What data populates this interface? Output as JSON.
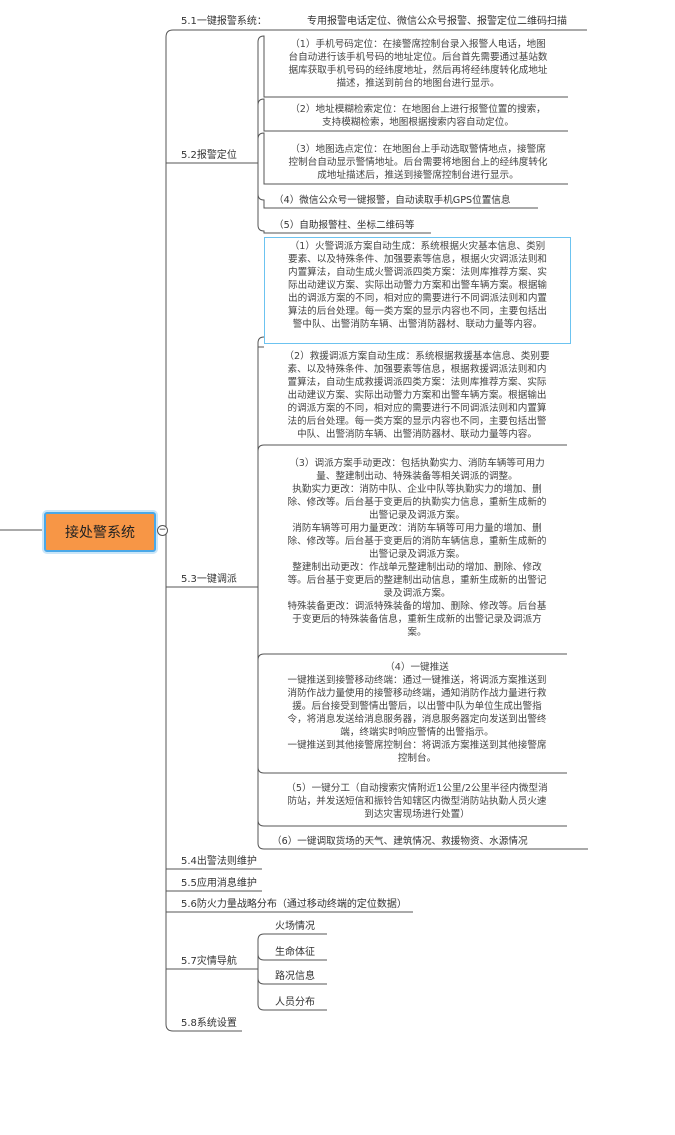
{
  "root": {
    "label": "接处警系统"
  },
  "branches": {
    "b51": {
      "label": "5.1一键报警系统：",
      "note": "专用报警电话定位、微信公众号报警、报警定位二维码扫描"
    },
    "b52": {
      "label": "5.2报警定位",
      "children": [
        {
          "lines": [
            "（1）手机号码定位：在接警席控制台录入报警人电话，地图",
            "台自动进行该手机号码的地址定位。后台首先需要通过基站数",
            "据库获取手机号码的经纬度地址，然后再将经纬度转化成地址",
            "描述，推送到前台的地图台进行显示。"
          ]
        },
        {
          "lines": [
            "（2）地址模糊检索定位：在地图台上进行报警位置的搜索，",
            "支持模糊检索，地图根据搜索内容自动定位。"
          ]
        },
        {
          "lines": [
            "（3）地图选点定位：在地图台上手动选取警情地点，接警席",
            "控制台自动显示警情地址。后台需要将地图台上的经纬度转化",
            "成地址描述后，推送到接警席控制台进行显示。"
          ]
        },
        {
          "lines": [
            "（4）微信公众号一键报警，自动读取手机GPS位置信息"
          ]
        },
        {
          "lines": [
            "（5）自助报警柱、坐标二维码等"
          ]
        }
      ]
    },
    "b53": {
      "label": "5.3一键调派",
      "children": [
        {
          "lines": [
            "（1）火警调派方案自动生成：系统根据火灾基本信息、类别",
            "要素、以及特殊条件、加强要素等信息，根据火灾调派法则和",
            "内置算法，自动生成火警调派四类方案：法则库推荐方案、实",
            "际出动建议方案、实际出动警力方案和出警车辆方案。根据输",
            "出的调派方案的不同，相对应的需要进行不同调派法则和内置",
            "算法的后台处理。每一类方案的显示内容也不同，主要包括出",
            "警中队、出警消防车辆、出警消防器材、联动力量等内容。"
          ]
        },
        {
          "lines": [
            "（2）救援调派方案自动生成：系统根据救援基本信息、类别要",
            "素、以及特殊条件、加强要素等信息，根据救援调派法则和内",
            "置算法，自动生成救援调派四类方案：法则库推荐方案、实际",
            "出动建议方案、实际出动警力方案和出警车辆方案。根据输出",
            "的调派方案的不同，相对应的需要进行不同调派法则和内置算",
            "法的后台处理。每一类方案的显示内容也不同，主要包括出警",
            "中队、出警消防车辆、出警消防器材、联动力量等内容。"
          ]
        },
        {
          "lines": [
            "（3）调派方案手动更改：包括执勤实力、消防车辆等可用力",
            "量、整建制出动、特殊装备等相关调派的调整。",
            "执勤实力更改：消防中队、企业中队等执勤实力的增加、删",
            "除、修改等。后台基于变更后的执勤实力信息，重新生成新的",
            "出警记录及调派方案。",
            "消防车辆等可用力量更改：消防车辆等可用力量的增加、删",
            "除、修改等。后台基于变更后的消防车辆信息，重新生成新的",
            "出警记录及调派方案。",
            "整建制出动更改：作战单元整建制出动的增加、删除、修改",
            "等。后台基于变更后的整建制出动信息，重新生成新的出警记",
            "录及调派方案。",
            "特殊装备更改：调派特殊装备的增加、删除、修改等。后台基",
            "于变更后的特殊装备信息，重新生成新的出警记录及调派方",
            "案。"
          ]
        },
        {
          "lines": [
            "（4）一键推送",
            "一键推送到接警移动终端：通过一键推送，将调派方案推送到",
            "消防作战力量使用的接警移动终端，通知消防作战力量进行救",
            "援。后台接受到警情出警后，以出警中队为单位生成出警指",
            "令，将消息发送给消息服务器，消息服务器定向发送到出警终",
            "端，终端实时响应警情的出警指示。",
            "一键推送到其他接警席控制台：将调派方案推送到其他接警席",
            "控制台。"
          ]
        },
        {
          "lines": [
            "（5）一键分工（自动搜索灾情附近1公里/2公里半径内微型消",
            "防站，并发送短信和振铃告知辖区内微型消防站执勤人员火速",
            "到达灾害现场进行处置）"
          ]
        },
        {
          "lines": [
            "（6）一键调取货场的天气、建筑情况、救援物资、水源情况"
          ]
        }
      ]
    },
    "b54": {
      "label": "5.4出警法则维护"
    },
    "b55": {
      "label": "5.5应用消息维护"
    },
    "b56": {
      "label": "5.6防火力量战略分布（通过移动终端的定位数据）"
    },
    "b57": {
      "label": "5.7灾情导航",
      "children": [
        "火场情况",
        "生命体征",
        "路况信息",
        "人员分布"
      ]
    },
    "b58": {
      "label": "5.8系统设置"
    }
  }
}
